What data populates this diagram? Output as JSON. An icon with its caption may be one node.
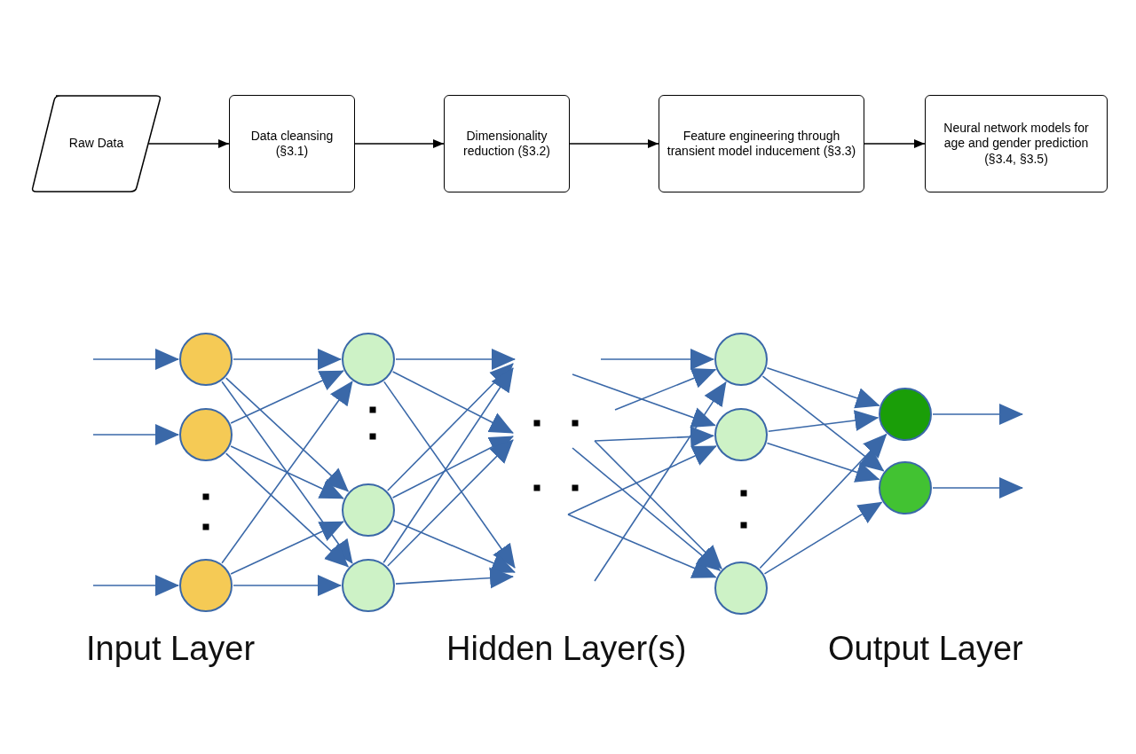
{
  "diagram": {
    "nodes": [
      {
        "text": [
          "Raw Data"
        ]
      },
      {
        "text": [
          "Data cleansing (§3.1)"
        ]
      },
      {
        "text": [
          "Dimensionality reduction (§3.2)"
        ]
      },
      {
        "text": [
          "Feature engineering through transient model inducement (§3.3)"
        ]
      },
      {
        "text": [
          "Neural network models for age and gender prediction (§3.4, §3.5)"
        ]
      },
      {
        "text": [],
        "shape": "circle"
      },
      {
        "text": [],
        "shape": "circle"
      },
      {
        "text": [],
        "shape": "circle"
      },
      {
        "text": [],
        "shape": "circle"
      },
      {
        "text": [],
        "shape": "circle"
      },
      {
        "text": [],
        "shape": "circle"
      },
      {
        "text": [],
        "shape": "circle"
      },
      {
        "text": [],
        "shape": "circle"
      },
      {
        "text": [],
        "shape": "circle"
      },
      {
        "text": [],
        "shape": "circle"
      },
      {
        "text": [],
        "shape": "circle"
      }
    ],
    "edges": [
      {
        "from": 0,
        "to": 1,
        "arrow": "to",
        "color": "#000000"
      },
      {
        "from": 1,
        "to": 2,
        "arrow": "to",
        "color": "#000000"
      },
      {
        "from": 2,
        "to": 3,
        "arrow": "to",
        "color": "#000000"
      },
      {
        "from": 3,
        "to": 4,
        "arrow": "to",
        "color": "#000000"
      },
      {
        "from": null,
        "to": 5,
        "arrow": "to"
      },
      {
        "from": null,
        "to": 6,
        "arrow": "to"
      },
      {
        "from": null,
        "to": 7,
        "arrow": "to"
      },
      {
        "from": 5,
        "to": 8,
        "arrow": "to"
      },
      {
        "from": 5,
        "to": 9,
        "arrow": "to"
      },
      {
        "from": 5,
        "to": 10,
        "arrow": "to"
      },
      {
        "from": 6,
        "to": 8,
        "arrow": "to"
      },
      {
        "from": 6,
        "to": 9,
        "arrow": "to"
      },
      {
        "from": 6,
        "to": 10,
        "arrow": "to"
      },
      {
        "from": 7,
        "to": 8,
        "arrow": "to"
      },
      {
        "from": 7,
        "to": 9,
        "arrow": "to"
      },
      {
        "from": 7,
        "to": 10,
        "arrow": "to"
      },
      {
        "from": 8,
        "to": null,
        "arrow": "to"
      },
      {
        "from": 8,
        "to": null,
        "arrow": "to"
      },
      {
        "from": 8,
        "to": null,
        "arrow": "to"
      },
      {
        "from": 9,
        "to": null,
        "arrow": "to"
      },
      {
        "from": 9,
        "to": null,
        "arrow": "to"
      },
      {
        "from": 9,
        "to": null,
        "arrow": "to"
      },
      {
        "from": 10,
        "to": null,
        "arrow": "to"
      },
      {
        "from": 10,
        "to": null,
        "arrow": "to"
      },
      {
        "from": 10,
        "to": null,
        "arrow": "to"
      },
      {
        "from": null,
        "to": 11,
        "arrow": "to"
      },
      {
        "from": null,
        "to": 11,
        "arrow": "to"
      },
      {
        "from": null,
        "to": 11,
        "arrow": "to"
      },
      {
        "from": null,
        "to": 12,
        "arrow": "to"
      },
      {
        "from": null,
        "to": 12,
        "arrow": "to"
      },
      {
        "from": null,
        "to": 12,
        "arrow": "to"
      },
      {
        "from": null,
        "to": 13,
        "arrow": "to"
      },
      {
        "from": null,
        "to": 13,
        "arrow": "to"
      },
      {
        "from": null,
        "to": 13,
        "arrow": "to"
      },
      {
        "from": 11,
        "to": 14,
        "arrow": "to"
      },
      {
        "from": 11,
        "to": 15,
        "arrow": "to"
      },
      {
        "from": 12,
        "to": 14,
        "arrow": "to"
      },
      {
        "from": 12,
        "to": 15,
        "arrow": "to"
      },
      {
        "from": 13,
        "to": 14,
        "arrow": "to"
      },
      {
        "from": 13,
        "to": 15,
        "arrow": "to"
      },
      {
        "from": 14,
        "to": null,
        "arrow": "to"
      },
      {
        "from": 15,
        "to": null,
        "arrow": "to"
      }
    ],
    "labels": [
      "Input Layer",
      "Hidden Layer(s)",
      "Output Layer"
    ]
  }
}
